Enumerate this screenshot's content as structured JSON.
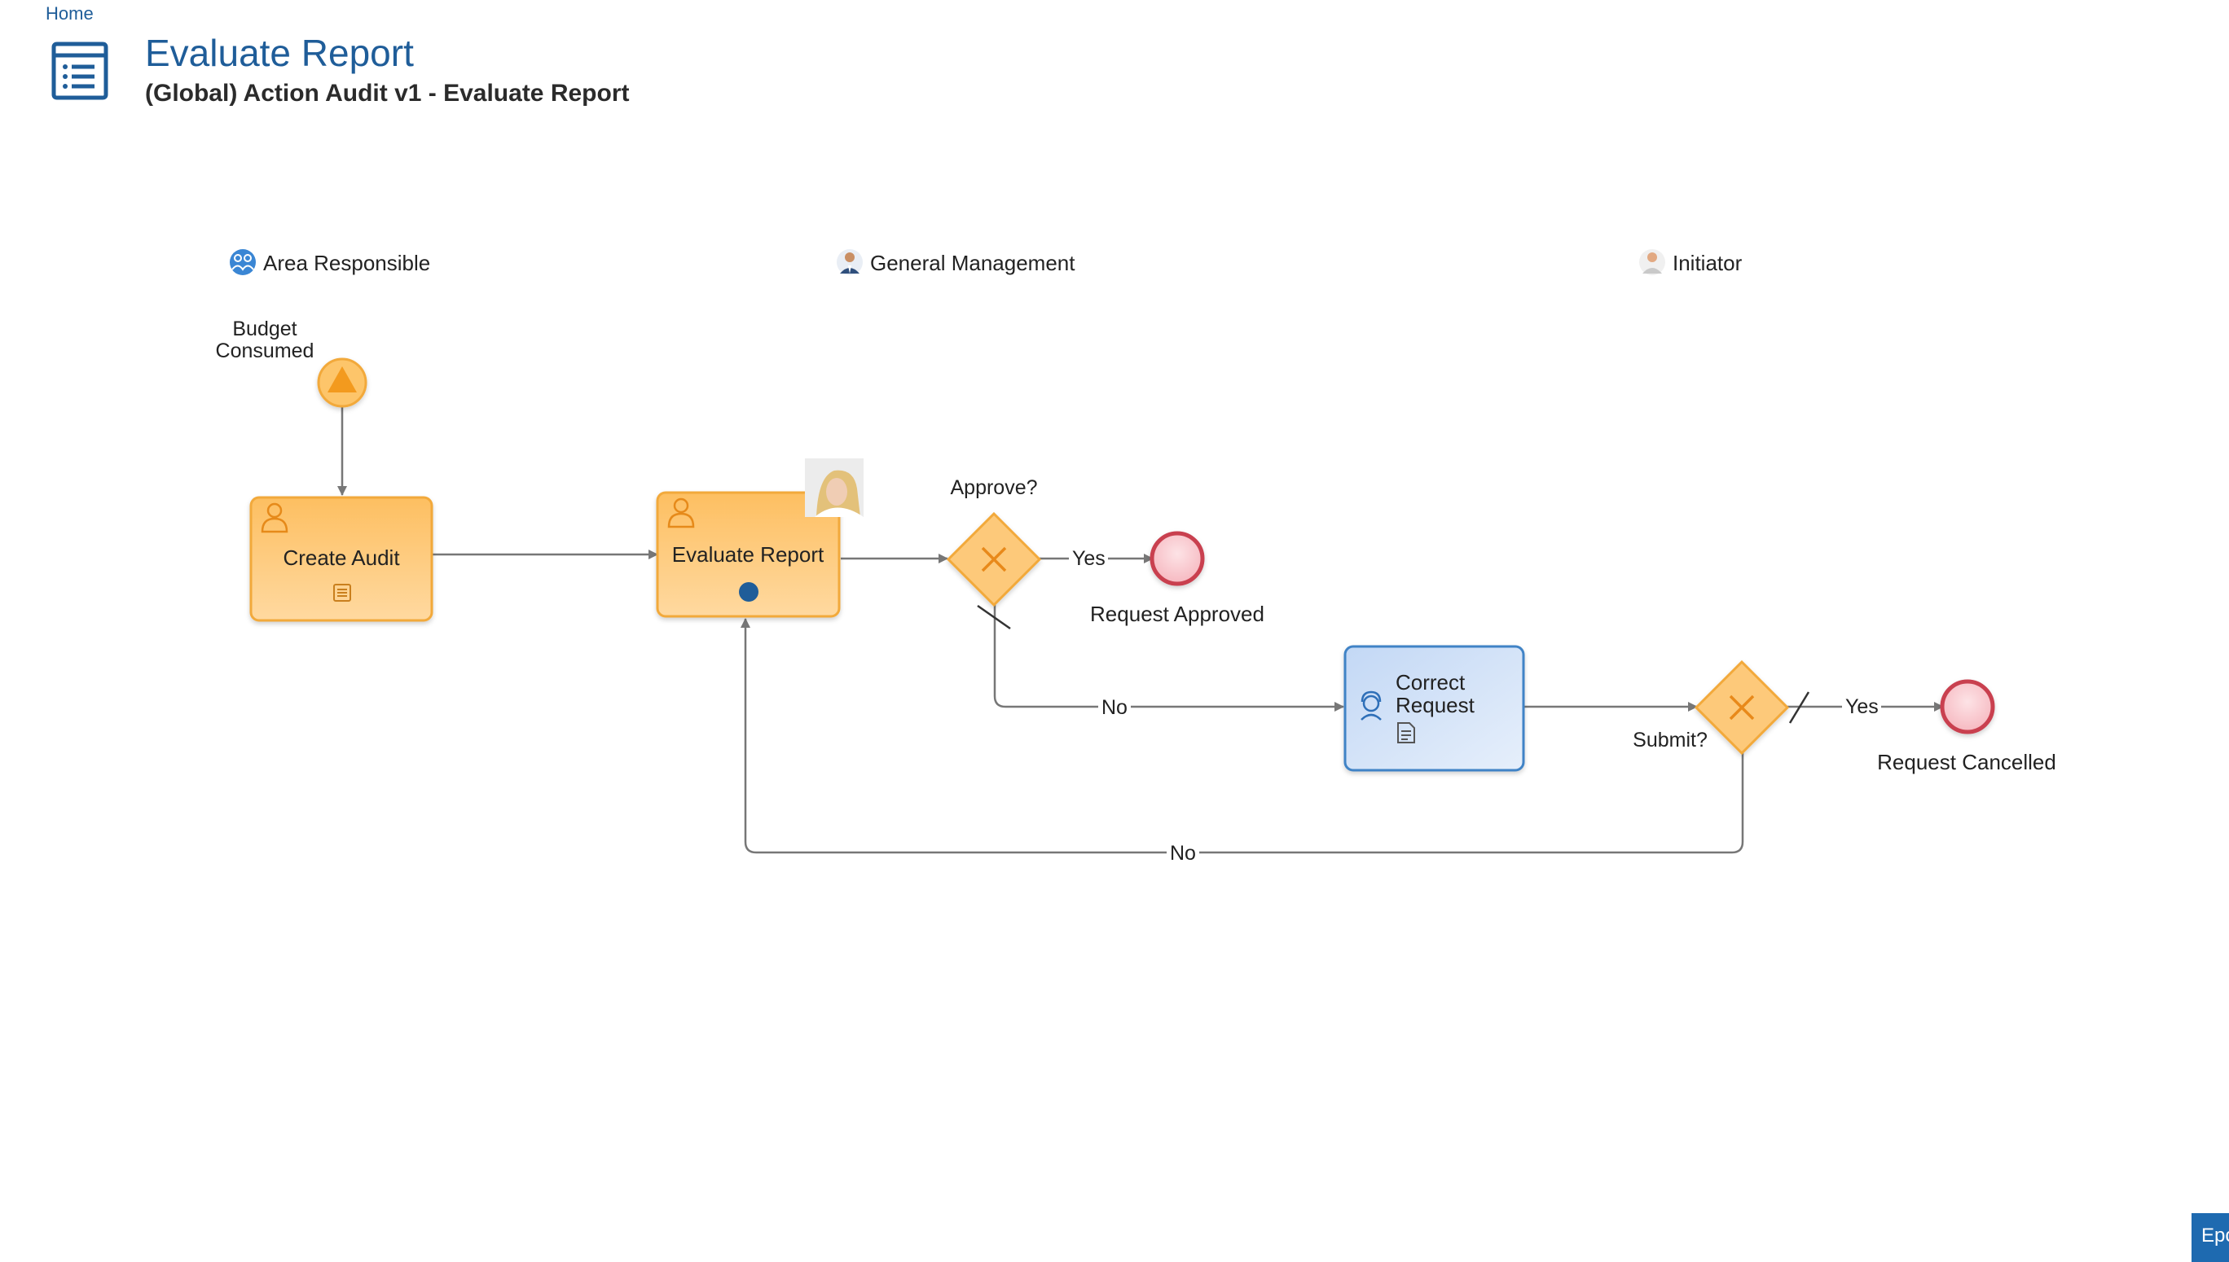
{
  "breadcrumb": {
    "home": "Home"
  },
  "header": {
    "icon": "checklist-document-icon",
    "title": "Evaluate Report",
    "subtitle": "(Global) Action Audit v1 - Evaluate Report"
  },
  "lanes": [
    {
      "label": "Area Responsible",
      "icon": "group-people-icon"
    },
    {
      "label": "General Management",
      "icon": "manager-avatar-icon"
    },
    {
      "label": "Initiator",
      "icon": "user-avatar-icon"
    }
  ],
  "process": {
    "start_event": {
      "label_line1": "Budget",
      "label_line2": "Consumed",
      "icon": "triangle-signal-icon"
    },
    "tasks": {
      "create_audit": {
        "label": "Create Audit",
        "icon": "user-task-icon",
        "marker": "form-icon"
      },
      "evaluate_report": {
        "label": "Evaluate Report",
        "icon": "user-task-icon",
        "marker": "current-step-dot-icon",
        "assignee": "assignee-photo"
      },
      "correct_request": {
        "label_line1": "Correct",
        "label_line2": "Request",
        "icon": "support-agent-icon",
        "marker": "document-icon"
      }
    },
    "gateways": {
      "approve": {
        "label": "Approve?",
        "icon": "exclusive-gateway-x-icon"
      },
      "submit": {
        "label": "Submit?",
        "icon": "exclusive-gateway-x-icon"
      }
    },
    "end_events": {
      "approved": {
        "label": "Request Approved"
      },
      "cancelled": {
        "label": "Request Cancelled"
      }
    },
    "flow_labels": {
      "approve_yes": "Yes",
      "approve_no": "No",
      "submit_yes": "Yes",
      "submit_no": "No"
    }
  },
  "corner_tab": {
    "label": "Epc"
  },
  "colors": {
    "title_blue": "#1f5d99",
    "task_orange_fill": "#fdc97a",
    "task_orange_border": "#f2a93b",
    "task_blue_fill": "#cfe0f7",
    "task_blue_border": "#3f83c6",
    "end_event_fill": "#f9cdd2",
    "end_event_border": "#c9404f",
    "flow_line": "#777777"
  }
}
